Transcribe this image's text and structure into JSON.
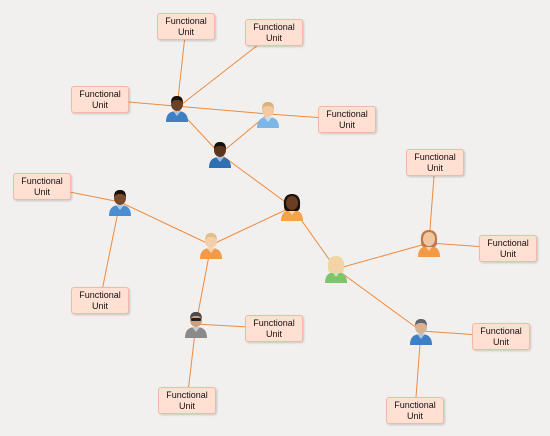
{
  "unit_label": "Functional\nUnit",
  "edge_color": "#f08a3c",
  "people": [
    {
      "id": "p1",
      "icon": "person-dark-blue-icon",
      "skin": "#6b4226",
      "hair": "#1c1109",
      "shirt": "#3f7fc4"
    },
    {
      "id": "p2",
      "icon": "person-blond-blue-icon",
      "skin": "#f2c9a0",
      "hair": "#d8b27b",
      "shirt": "#7fb6e8"
    },
    {
      "id": "p3",
      "icon": "person-dark-blue-icon",
      "skin": "#5a3520",
      "hair": "#151008",
      "shirt": "#2f6fb4"
    },
    {
      "id": "p4",
      "icon": "person-dark-blue-icon",
      "skin": "#7a4a2c",
      "hair": "#1a120a",
      "shirt": "#4a8ed0"
    },
    {
      "id": "p5",
      "icon": "woman-dark-orange-icon",
      "skin": "#6a3e22",
      "hair": "#1b120b",
      "shirt": "#f5a347"
    },
    {
      "id": "p6",
      "icon": "person-blond-orange-icon",
      "skin": "#f3cfaa",
      "hair": "#e3c08a",
      "shirt": "#f29a4a"
    },
    {
      "id": "p7",
      "icon": "woman-blond-green-icon",
      "skin": "#f5d2a8",
      "hair": "#ecd8a0",
      "shirt": "#7cc56a"
    },
    {
      "id": "p8",
      "icon": "woman-orange-icon",
      "skin": "#f0c7a0",
      "hair": "#c07a48",
      "shirt": "#f39a46"
    },
    {
      "id": "p9",
      "icon": "person-sunglasses-gray-icon",
      "skin": "#c9a184",
      "hair": "#4a4a4a",
      "shirt": "#8a8a8a"
    },
    {
      "id": "p10",
      "icon": "person-gray-hair-blue-icon",
      "skin": "#d8b291",
      "hair": "#5e6470",
      "shirt": "#3f7fc4"
    }
  ],
  "units": [
    {
      "id": "u1"
    },
    {
      "id": "u2"
    },
    {
      "id": "u3"
    },
    {
      "id": "u4"
    },
    {
      "id": "u5"
    },
    {
      "id": "u6"
    },
    {
      "id": "u7"
    },
    {
      "id": "u8"
    },
    {
      "id": "u9"
    },
    {
      "id": "u10"
    },
    {
      "id": "u11"
    },
    {
      "id": "u12"
    },
    {
      "id": "u13"
    },
    {
      "id": "u14"
    }
  ],
  "edges": [
    [
      "u1",
      "p1"
    ],
    [
      "u2",
      "p1"
    ],
    [
      "p1",
      "p3"
    ],
    [
      "u3",
      "p2"
    ],
    [
      "u4",
      "p2"
    ],
    [
      "p2",
      "p3"
    ],
    [
      "p3",
      "p5"
    ],
    [
      "p5",
      "p6"
    ],
    [
      "p5",
      "p7"
    ],
    [
      "u5",
      "p4"
    ],
    [
      "u6",
      "p4"
    ],
    [
      "p4",
      "p6"
    ],
    [
      "p6",
      "p9"
    ],
    [
      "u7",
      "p9"
    ],
    [
      "u8",
      "p9"
    ],
    [
      "p7",
      "p8"
    ],
    [
      "u9",
      "p8"
    ],
    [
      "u10",
      "p8"
    ],
    [
      "p7",
      "p10"
    ],
    [
      "u11",
      "p10"
    ],
    [
      "u12",
      "p10"
    ]
  ]
}
